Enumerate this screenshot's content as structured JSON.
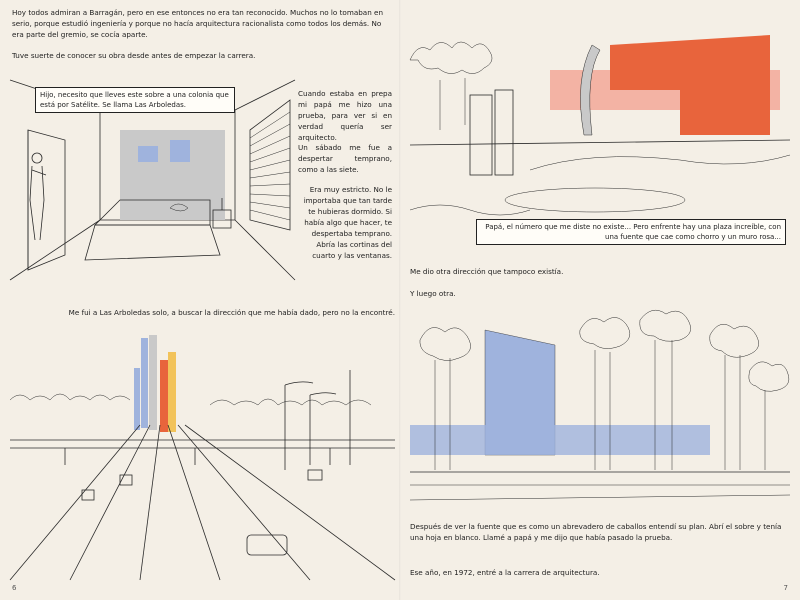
{
  "left_page": {
    "intro_paragraph": "Hoy todos admiran a Barragán, pero en ese entonces no era tan reconocido. Muchos no lo tomaban en serio, porque estudió ingeniería y porque no hacía arquitectura racionalista como todos los demás. No era parte del gremio, se cocía aparte.",
    "second_paragraph": "Tuve suerte de conocer su obra desde antes de empezar la carrera.",
    "bedroom_caption": "Hijo, necesito que lleves este sobre a una colonia que está por Satélite. Se llama Las Arboledas.",
    "side_text_1": "Cuando estaba en prepa mi papá me hizo una prueba, para ver si en verdad quería ser arquitecto.",
    "side_text_2": "Un sábado me fue a despertar temprano, como a las siete.",
    "side_text_3": "Era muy estricto. No le importaba que tan tarde te hubieras dormido. Si había algo que hacer, te despertaba temprano. Abría las cortinas del cuarto y las ventanas.",
    "highway_caption": "Me fui a Las Arboledas solo, a buscar la dirección que me había dado, pero no la encontré.",
    "page_number": "6"
  },
  "right_page": {
    "fountain_caption": "Papá, el número que me diste no existe... Pero enfrente hay una plaza increíble, con una fuente que cae como chorro y un muro rosa...",
    "line_1": "Me dio otra dirección que tampoco existía.",
    "line_2": "Y luego otra.",
    "bottom_paragraph": "Después de ver la fuente que es como un abrevadero de caballos entendí su plan. Abrí el sobre y tenía una hoja en blanco. Llamé a papá y me dijo que había pasado la prueba.",
    "last_line": "Ese año, en 1972, entré a la carrera de arquitectura.",
    "page_number": "7"
  },
  "colors": {
    "paper": "#f4efe6",
    "orange": "#e8643c",
    "pink": "#f3b3a4",
    "blue": "#9fb3dd",
    "yellow": "#f2c35a",
    "gray_wall": "#c9c9c9",
    "ink": "#2a2a2a"
  }
}
